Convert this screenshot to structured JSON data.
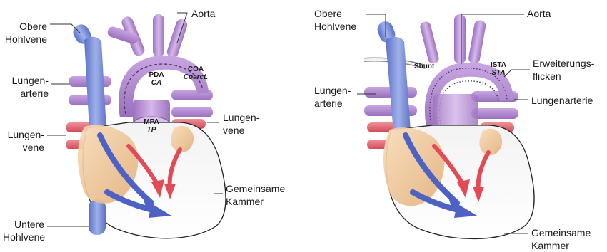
{
  "left_panel": {
    "labels": {
      "obere_hohlvene": [
        "Obere",
        "Hohlvene"
      ],
      "aorta": "Aorta",
      "lungenarterie": [
        "Lungen-",
        "arterie"
      ],
      "lungenvene_left": [
        "Lungen-",
        "vene"
      ],
      "lungenvene_right": [
        "Lungen-",
        "vene"
      ],
      "gemeinsame_kammer": [
        "Gemeinsame",
        "Kammer"
      ],
      "untere_hohlvene": [
        "Untere",
        "Hohlvene"
      ]
    },
    "tags": {
      "pda": "PDA",
      "ca": "CA",
      "coa": "COA",
      "coarct": "Coarct.",
      "mpa": "MPA",
      "tp": "TP"
    }
  },
  "right_panel": {
    "labels": {
      "obere_hohlvene": [
        "Obere",
        "Hohlvene"
      ],
      "aorta": "Aorta",
      "erweiterungsflicken": [
        "Erweiterungs-",
        "flicken"
      ],
      "lungenarterie_left": [
        "Lungen-",
        "arterie"
      ],
      "lungenarterie_right": "Lungenarterie",
      "gemeinsame_kammer": [
        "Gemeinsame",
        "Kammer"
      ]
    },
    "tags": {
      "shunt": "Shunt",
      "ista": "ISTA",
      "sta": "STA"
    }
  },
  "colors": {
    "vein_blue": "#7b8fd6",
    "artery_purple": "#b58fcf",
    "pulmonary_red": "#e0606c",
    "atrium_tan": "#f1c89a",
    "arrow_red": "#e24b55",
    "arrow_blue": "#4d62c4",
    "label_text": "#1a1a1a"
  }
}
